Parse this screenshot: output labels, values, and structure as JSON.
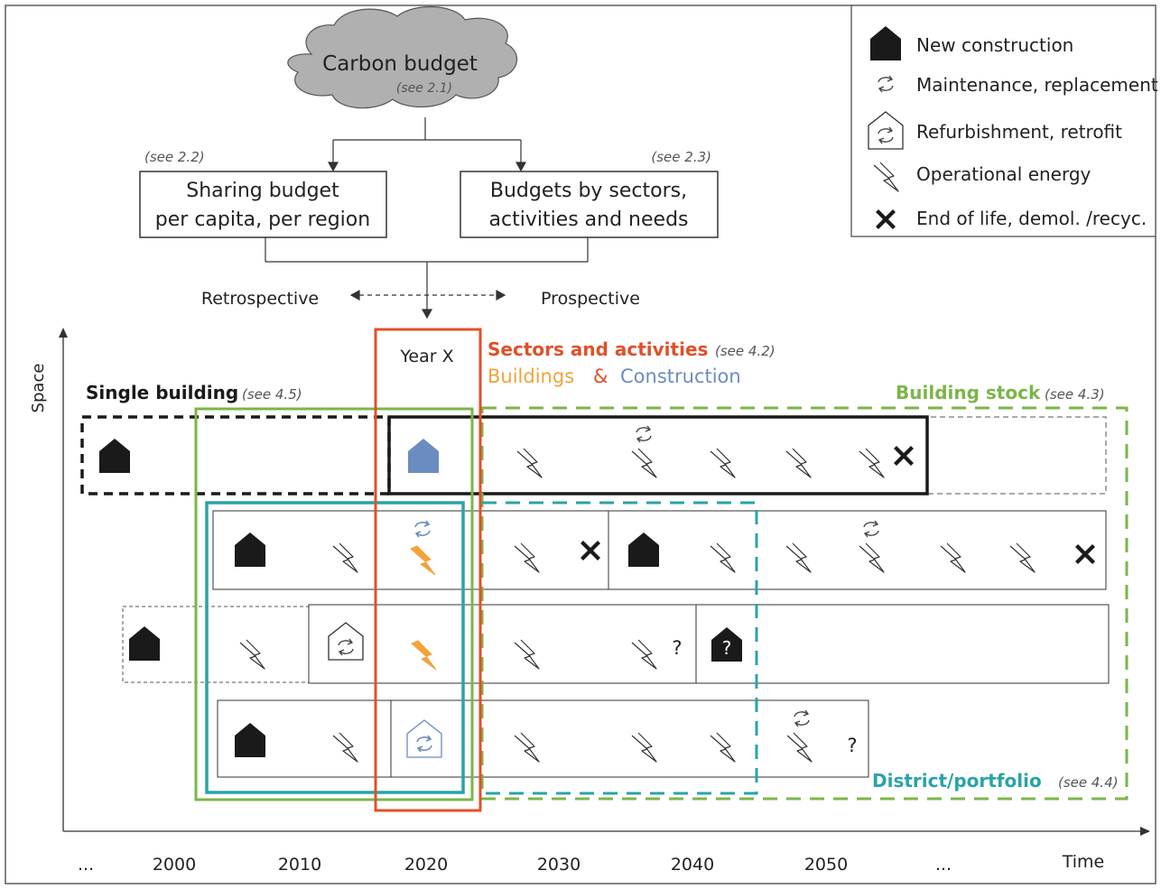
{
  "cloud": {
    "title": "Carbon budget",
    "ref": "(see 2.1)"
  },
  "sharing": {
    "ref": "(see 2.2)",
    "line1": "Sharing budget",
    "line2": "per capita, per region"
  },
  "sectors_box": {
    "ref": "(see 2.3)",
    "line1": "Budgets by sectors,",
    "line2": "activities and needs"
  },
  "timeline_dir": {
    "retro": "Retrospective",
    "prosp": "Prospective"
  },
  "year_x": "Year X",
  "sectors": {
    "title": "Sectors and activities",
    "ref": "(see 4.2)",
    "buildings": "Buildings",
    "amp": "&",
    "construction": "Construction"
  },
  "single_building": {
    "label": "Single building",
    "ref": "(see 4.5)"
  },
  "building_stock": {
    "label": "Building stock",
    "ref": "(see 4.3)"
  },
  "district": {
    "label": "District/portfolio",
    "ref": "(see 4.4)"
  },
  "axes": {
    "y_label": "Space",
    "x_label": "Time",
    "ticks": [
      "...",
      "2000",
      "2010",
      "2020",
      "2030",
      "2040",
      "2050",
      "..."
    ]
  },
  "unknown_mark": "?",
  "legend": [
    {
      "icon": "house-icon",
      "label": "New construction"
    },
    {
      "icon": "cycle-icon",
      "label": "Maintenance, replacement"
    },
    {
      "icon": "refurb-icon",
      "label": "Refurbishment, retrofit"
    },
    {
      "icon": "lightning-icon",
      "label": "Operational energy"
    },
    {
      "icon": "cross-icon",
      "label": "End of life, demol. /recyc."
    }
  ],
  "colors": {
    "orange_red": "#e0502a",
    "orange": "#f2a33a",
    "blue": "#6b8cc0",
    "green": "#7ab648",
    "teal": "#2aa3a8",
    "black": "#1a1a1a",
    "cloud": "#b0b0b0"
  }
}
